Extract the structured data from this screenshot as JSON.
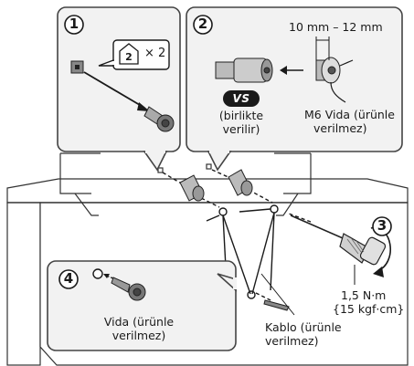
{
  "steps": {
    "s1": "1",
    "s2": "2",
    "s3": "3",
    "s4": "4",
    "two": "2"
  },
  "panel1": {
    "times": "× 2"
  },
  "panel2": {
    "measure": "10 mm – 12 mm",
    "badge": "VS",
    "supplied_line1": "(birlikte",
    "supplied_line2": "verilir)",
    "screw_line1": "M6 Vida (ürünle",
    "screw_line2": "verilmez)"
  },
  "step3": {
    "torque_line1": "1,5 N·m",
    "torque_line2": "{15 kgf·cm}"
  },
  "panel4": {
    "screw_line1": "Vida (ürünle",
    "screw_line2": "verilmez)"
  },
  "cable": {
    "line1": "Kablo (ürünle",
    "line2": "verilmez)"
  },
  "icons": [
    "circled-number-icon",
    "home-in-square-icon",
    "bolt-icon",
    "screwdriver-icon",
    "rotation-arrow-icon"
  ],
  "colors": {
    "panel_fill": "#f2f2f2",
    "panel_stroke": "#444444",
    "line": "#1a1a1a",
    "table_fill": "#ffffff"
  }
}
